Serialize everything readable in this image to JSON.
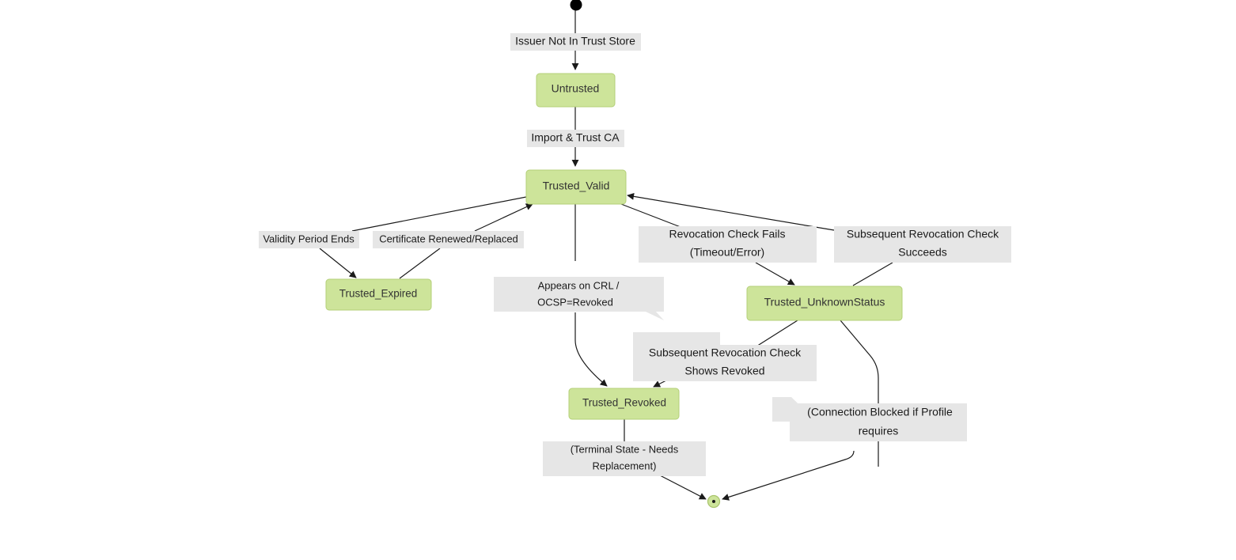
{
  "states": {
    "untrusted": "Untrusted",
    "trusted_valid": "Trusted_Valid",
    "trusted_expired": "Trusted_Expired",
    "trusted_unknown": "Trusted_UnknownStatus",
    "trusted_revoked": "Trusted_Revoked"
  },
  "transitions": {
    "issuer_not_in_store": "Issuer Not In Trust Store",
    "import_trust_ca": "Import & Trust CA",
    "validity_period_ends": "Validity Period Ends",
    "certificate_renewed": "Certificate Renewed/Replaced",
    "appears_on_crl_1": "Appears on CRL / ",
    "appears_on_crl_2": "OCSP=Revoked",
    "revocation_fails_1": "Revocation Check Fails",
    "revocation_fails_2": "(Timeout/Error)",
    "subsequent_succeeds_1": "Subsequent Revocation Check",
    "subsequent_succeeds_2": "Succeeds",
    "subsequent_shows_revoked_1": "Subsequent Revocation Check",
    "subsequent_shows_revoked_2": "Shows Revoked",
    "connection_blocked_1": "(Connection Blocked if Profile",
    "connection_blocked_2": "requires",
    "terminal_state_1": "(Terminal State - Needs",
    "terminal_state_2": "Replacement)"
  }
}
